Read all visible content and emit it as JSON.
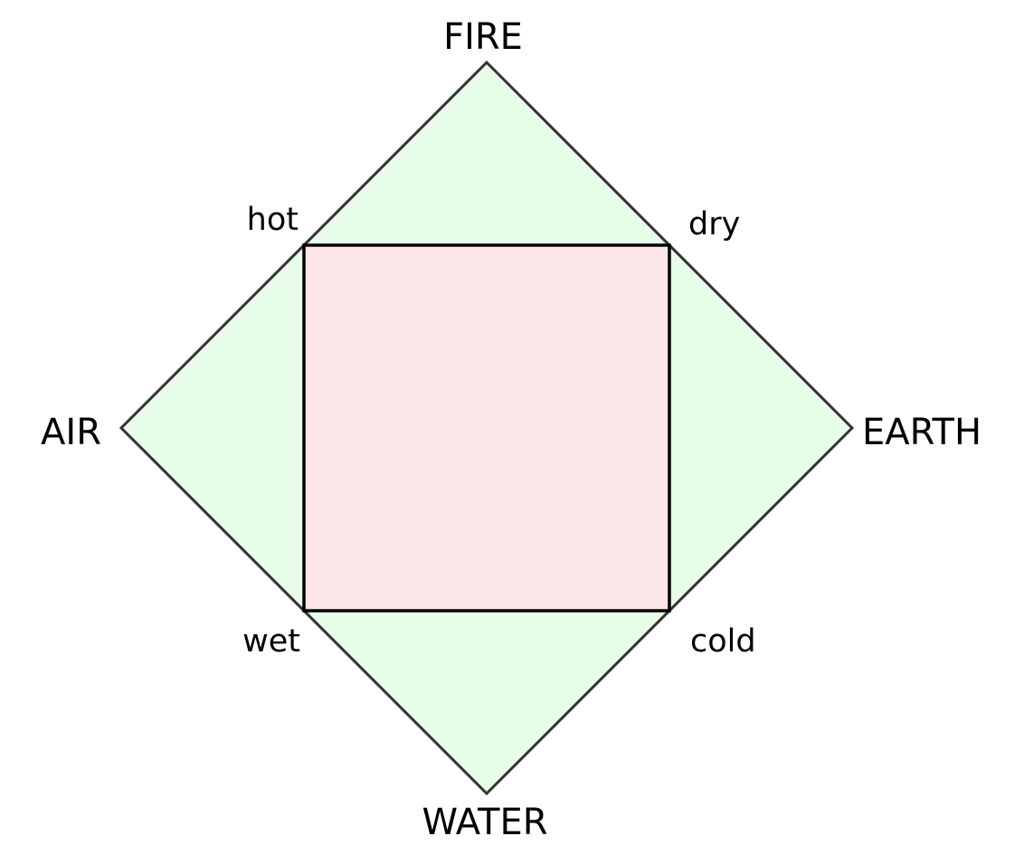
{
  "diagram": {
    "colors": {
      "diamond_fill": "#e8fde8",
      "square_fill": "#fde6e8",
      "stroke": "#000000",
      "diamond_stroke": "#333333"
    },
    "elements": {
      "top": "FIRE",
      "right": "EARTH",
      "bottom": "WATER",
      "left": "AIR"
    },
    "qualities": {
      "top_left": "hot",
      "top_right": "dry",
      "bottom_left": "wet",
      "bottom_right": "cold"
    }
  }
}
